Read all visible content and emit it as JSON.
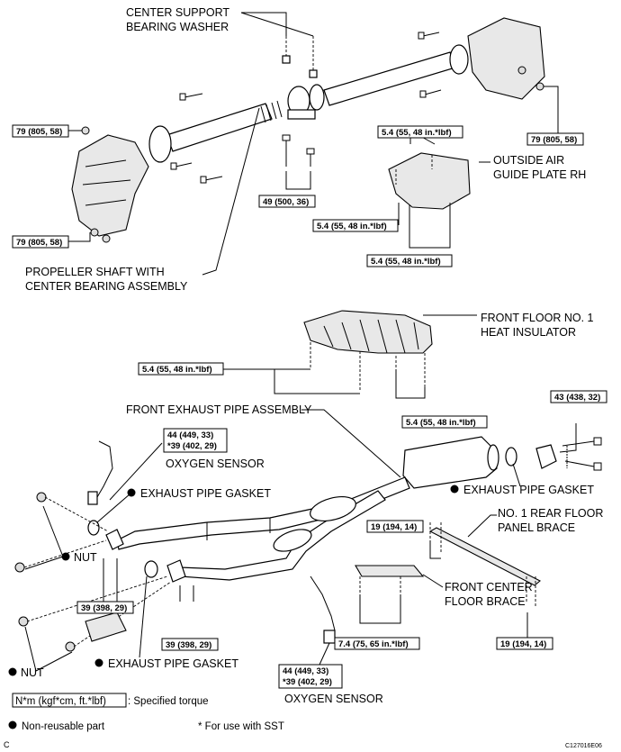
{
  "diagram": {
    "labels": {
      "center_support_1": "CENTER SUPPORT",
      "center_support_2": "BEARING WASHER",
      "outside_air_1": "OUTSIDE AIR",
      "outside_air_2": "GUIDE PLATE RH",
      "prop_shaft_1": "PROPELLER SHAFT WITH",
      "prop_shaft_2": "CENTER BEARING ASSEMBLY",
      "heat_ins_1": "FRONT FLOOR NO. 1",
      "heat_ins_2": "HEAT INSULATOR",
      "front_exhaust": "FRONT EXHAUST PIPE ASSEMBLY",
      "oxygen_sensor_top": "OXYGEN SENSOR",
      "gasket_left_top": "EXHAUST PIPE GASKET",
      "gasket_right": "EXHAUST PIPE GASKET",
      "rear_floor_1": "NO. 1 REAR FLOOR",
      "rear_floor_2": "PANEL BRACE",
      "front_center_1": "FRONT CENTER",
      "front_center_2": "FLOOR BRACE",
      "nut_upper": "NUT",
      "nut_lower": "NUT",
      "gasket_left_bottom": "EXHAUST PIPE GASKET",
      "oxygen_sensor_bottom": "OXYGEN SENSOR"
    },
    "torques": {
      "t79_left_top": "79 (805, 58)",
      "t79_left_bottom": "79 (805, 58)",
      "t79_right": "79 (805, 58)",
      "t49": "49 (500, 36)",
      "t54_top": "5.4 (55, 48 in.*lbf)",
      "t54_mid": "5.4 (55, 48 in.*lbf)",
      "t54_low": "5.4 (55, 48 in.*lbf)",
      "t54_ins_left": "5.4 (55, 48 in.*lbf)",
      "t54_ins_right": "5.4 (55, 48 in.*lbf)",
      "t43": "43 (438, 32)",
      "t44_top_1": "44 (449, 33)",
      "t44_top_2": "*39 (402, 29)",
      "t19_top": "19 (194, 14)",
      "t39_left": "39 (398, 29)",
      "t39_mid": "39 (398, 29)",
      "t74": "7.4 (75, 65 in.*lbf)",
      "t19_bottom": "19 (194, 14)",
      "t44_bot_1": "44 (449, 33)",
      "t44_bot_2": "*39 (402, 29)"
    },
    "legend": {
      "unit_box": "N*m (kgf*cm, ft.*lbf)",
      "unit_text": ": Specified torque",
      "nonreusable": "Non-reusable part",
      "sst_note": "* For use with SST"
    },
    "corner_left": "C",
    "corner_right": "C127016E06"
  }
}
